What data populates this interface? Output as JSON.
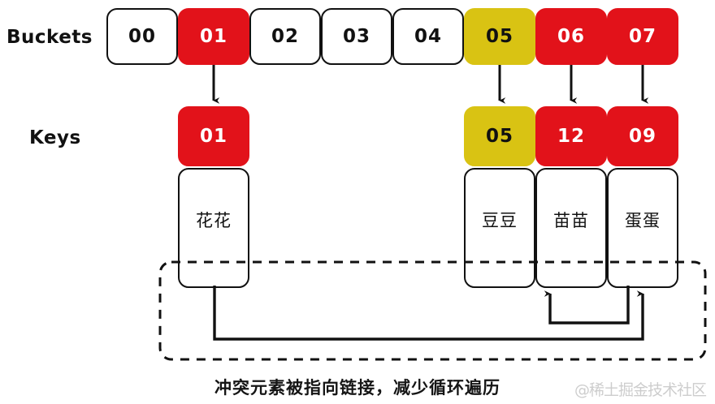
{
  "diagram": {
    "title_rows": {
      "buckets_label": "Buckets",
      "keys_label": "Keys"
    },
    "buckets": [
      {
        "label": "00",
        "color": "white"
      },
      {
        "label": "01",
        "color": "red"
      },
      {
        "label": "02",
        "color": "white"
      },
      {
        "label": "03",
        "color": "white"
      },
      {
        "label": "04",
        "color": "white"
      },
      {
        "label": "05",
        "color": "yellow"
      },
      {
        "label": "06",
        "color": "red"
      },
      {
        "label": "07",
        "color": "red"
      }
    ],
    "keys": [
      {
        "key": "01",
        "color": "red",
        "value": "花花",
        "bucket_index": 1
      },
      {
        "key": "05",
        "color": "yellow",
        "value": "豆豆",
        "bucket_index": 5
      },
      {
        "key": "12",
        "color": "red",
        "value": "苗苗",
        "bucket_index": 6
      },
      {
        "key": "09",
        "color": "red",
        "value": "蛋蛋",
        "bucket_index": 7
      }
    ],
    "links": [
      {
        "from": "花花",
        "to": "09"
      },
      {
        "from": "蛋蛋",
        "to": "12"
      }
    ],
    "caption": "冲突元素被指向链接，减少循环遍历",
    "watermark": "@稀土掘金技术社区",
    "colors": {
      "red": "#E2121A",
      "yellow": "#D9C313",
      "outline": "#111111",
      "background": "#FFFFFF"
    }
  }
}
